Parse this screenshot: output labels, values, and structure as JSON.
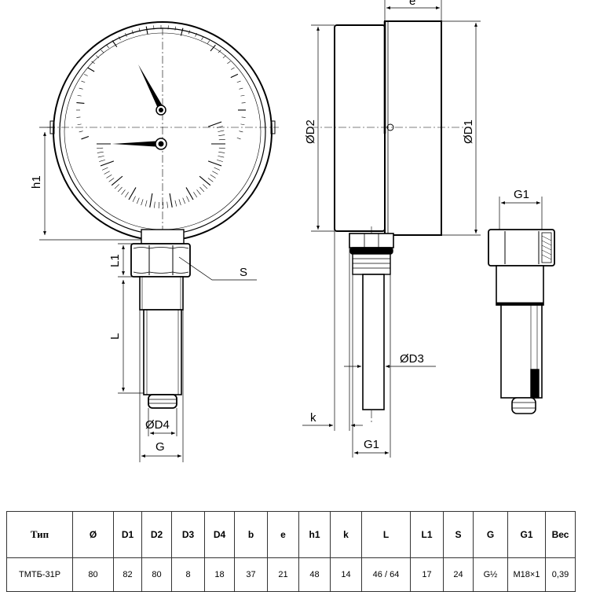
{
  "labels": {
    "h1": "h1",
    "L1": "L1",
    "L": "L",
    "S": "S",
    "D4": "ØD4",
    "G": "G",
    "e": "e",
    "D2": "ØD2",
    "D1": "ØD1",
    "D3": "ØD3",
    "k": "k",
    "G1_side": "G1",
    "G1_detail": "G1"
  },
  "table": {
    "headers": [
      "Тип",
      "Ø",
      "D1",
      "D2",
      "D3",
      "D4",
      "b",
      "e",
      "h1",
      "k",
      "L",
      "L1",
      "S",
      "G",
      "G1",
      "Вес"
    ],
    "rows": [
      [
        "ТМТБ-31Р",
        "80",
        "82",
        "80",
        "8",
        "18",
        "37",
        "21",
        "48",
        "14",
        "46 / 64",
        "17",
        "24",
        "G½",
        "M18×1",
        "0,39"
      ]
    ]
  },
  "colors": {
    "line": "#000000",
    "table_border": "#333333"
  }
}
